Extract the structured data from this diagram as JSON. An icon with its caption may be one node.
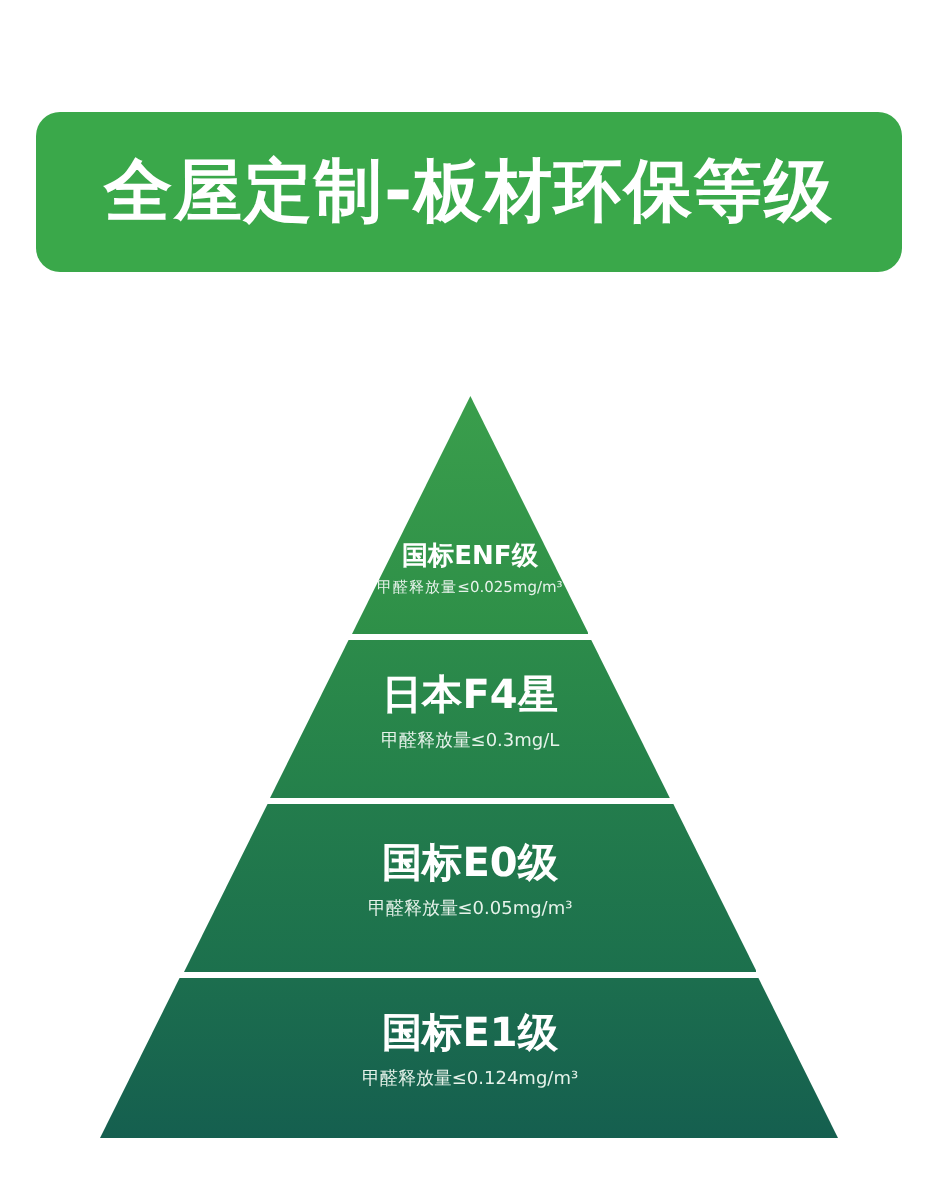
{
  "diagram": {
    "title": "全屋定制-板材环保等级",
    "nodes": [
      {
        "text": [
          "国标ENF级",
          "甲醛释放量≤0.025mg/m³"
        ]
      },
      {
        "text": [
          "日本F4星",
          "甲醛释放量≤0.3mg/L"
        ]
      },
      {
        "text": [
          "国标E0级",
          "甲醛释放量≤0.05mg/m³"
        ]
      },
      {
        "text": [
          "国标E1级",
          "甲醛释放量≤0.124mg/m³"
        ]
      }
    ]
  }
}
